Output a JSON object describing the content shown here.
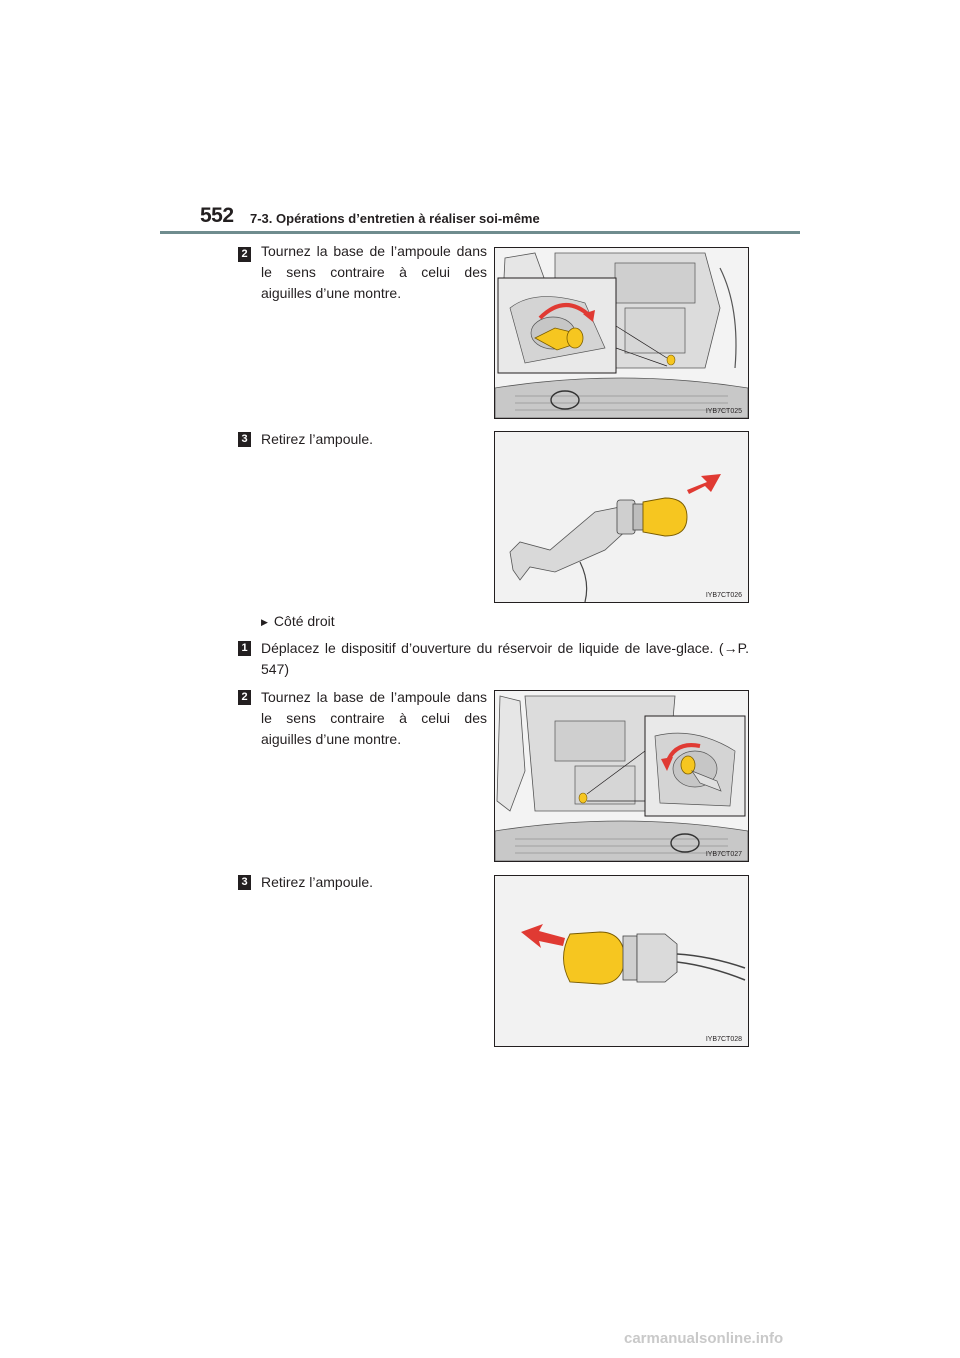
{
  "header": {
    "page_number": "552",
    "section_title": "7-3. Opérations d’entretien à réaliser soi-même"
  },
  "steps_left": [
    {
      "number": "2",
      "text": "Tournez la base de l’ampoule dans le sens contraire à celui des aiguilles d’une montre."
    },
    {
      "number": "3",
      "text": "Retirez l’ampoule."
    }
  ],
  "right_side": {
    "label": "Côté droit",
    "steps": [
      {
        "number": "1",
        "text": "Déplacez le dispositif d’ouverture du réservoir de liquide de lave-glace. (→P. 547)"
      },
      {
        "number": "2",
        "text": "Tournez la base de l’ampoule dans le sens contraire à celui des aiguilles d’une montre."
      },
      {
        "number": "3",
        "text": "Retirez l’ampoule."
      }
    ]
  },
  "figures": [
    {
      "code": "IYB7CT025"
    },
    {
      "code": "IYB7CT026"
    },
    {
      "code": "IYB7CT027"
    },
    {
      "code": "IYB7CT028"
    }
  ],
  "colors": {
    "bulb": "#f6c620",
    "arrow": "#e03a33",
    "rule": "#6f8c8e"
  },
  "watermark": "carmanualsonline.info"
}
